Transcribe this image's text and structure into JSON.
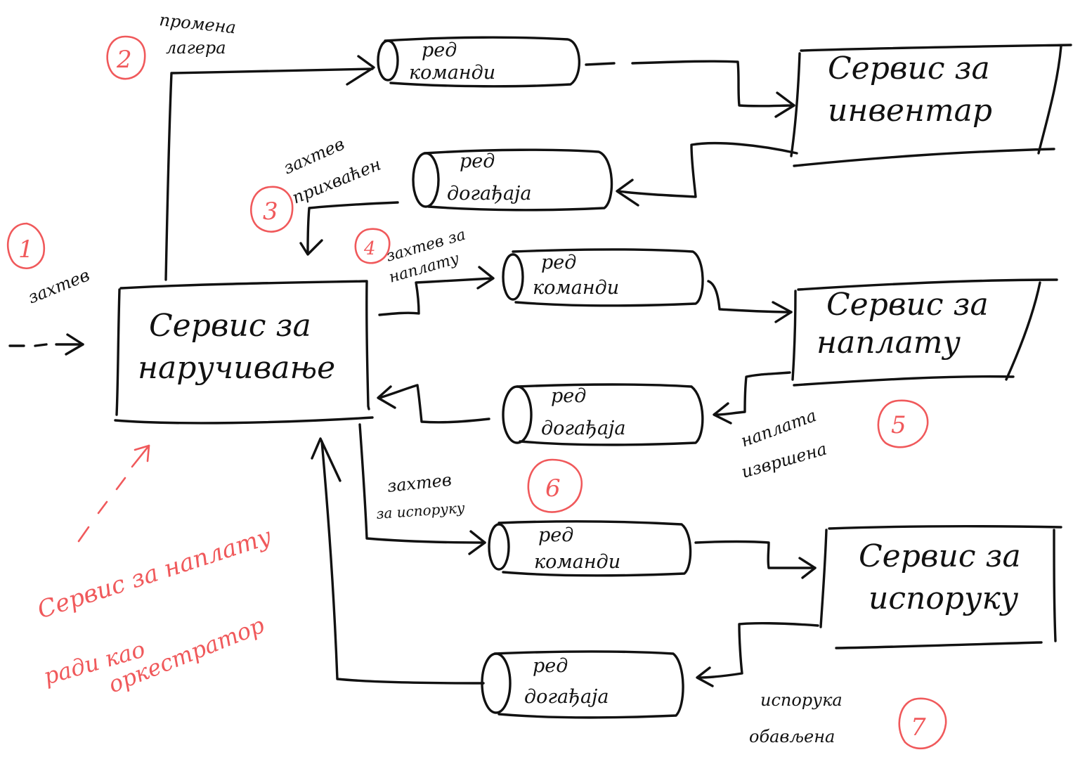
{
  "colors": {
    "ink": "#111111",
    "accent": "#f0595b"
  },
  "services": {
    "ordering": {
      "line1": "Сервис за",
      "line2": "наручивање"
    },
    "inventory": {
      "line1": "Сервис за",
      "line2": "инвентар"
    },
    "payment": {
      "line1": "Сервис за",
      "line2": "наплату"
    },
    "delivery": {
      "line1": "Сервис за",
      "line2": "испоруку"
    }
  },
  "queues": {
    "command": {
      "line1": "ред",
      "line2": "команди"
    },
    "event": {
      "line1": "ред",
      "line2": "догађаја"
    }
  },
  "steps": [
    {
      "number": "1",
      "line1": "захтев",
      "line2": ""
    },
    {
      "number": "2",
      "line1": "промена",
      "line2": "лагера"
    },
    {
      "number": "3",
      "line1": "захтев",
      "line2": "прихваћен"
    },
    {
      "number": "4",
      "line1": "захтев за",
      "line2": "наплату"
    },
    {
      "number": "5",
      "line1": "наплата",
      "line2": "извршена"
    },
    {
      "number": "6",
      "line1": "захтев",
      "line2": "за испоруку"
    },
    {
      "number": "7",
      "line1": "испорука",
      "line2": "обављена"
    }
  ],
  "note": {
    "line1": "Сервис за наплату",
    "line2": "ради као",
    "line3": "оркестратор"
  }
}
